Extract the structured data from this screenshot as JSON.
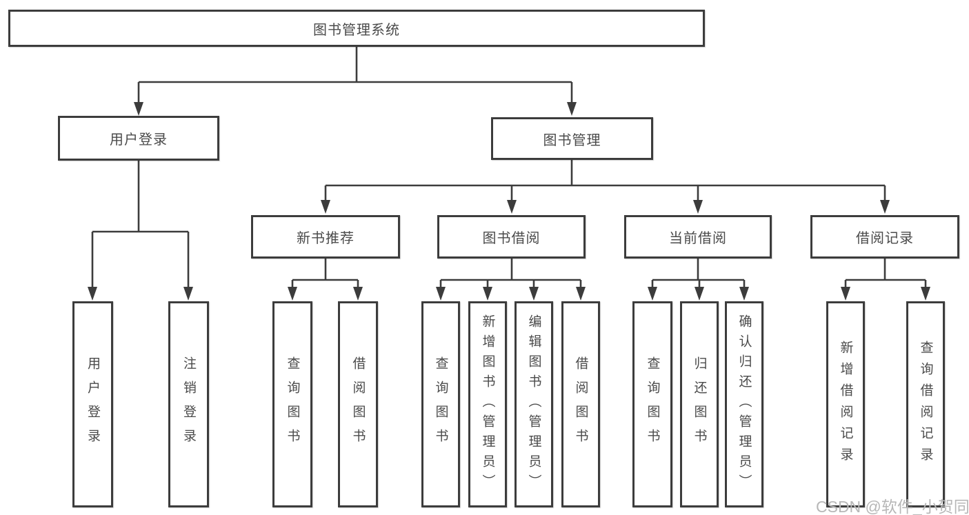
{
  "tree": {
    "root_label": "图书管理系统",
    "login": {
      "label": "用户登录",
      "children": [
        {
          "label": "用户登录"
        },
        {
          "label": "注销登录"
        }
      ]
    },
    "mgmt": {
      "label": "图书管理",
      "groups": [
        {
          "label": "新书推荐",
          "children": [
            {
              "label": "查询图书"
            },
            {
              "label": "借阅图书"
            }
          ]
        },
        {
          "label": "图书借阅",
          "children": [
            {
              "label": "查询图书"
            },
            {
              "label": "新增图书（管理员）"
            },
            {
              "label": "编辑图书（管理员）"
            },
            {
              "label": "借阅图书"
            }
          ]
        },
        {
          "label": "当前借阅",
          "children": [
            {
              "label": "查询图书"
            },
            {
              "label": "归还图书"
            },
            {
              "label": "确认归还（管理员）"
            }
          ]
        },
        {
          "label": "借阅记录",
          "children": [
            {
              "label": "新增借阅记录"
            },
            {
              "label": "查询借阅记录"
            }
          ]
        }
      ]
    }
  },
  "watermark": "CSDN @软件_小贺同学",
  "colors": {
    "line": "#3c3c3c",
    "node_border": "#3c3c3c",
    "node_text": "#4a4a4a",
    "watermark_text": "#b7b7b7",
    "background": "#ffffff"
  }
}
